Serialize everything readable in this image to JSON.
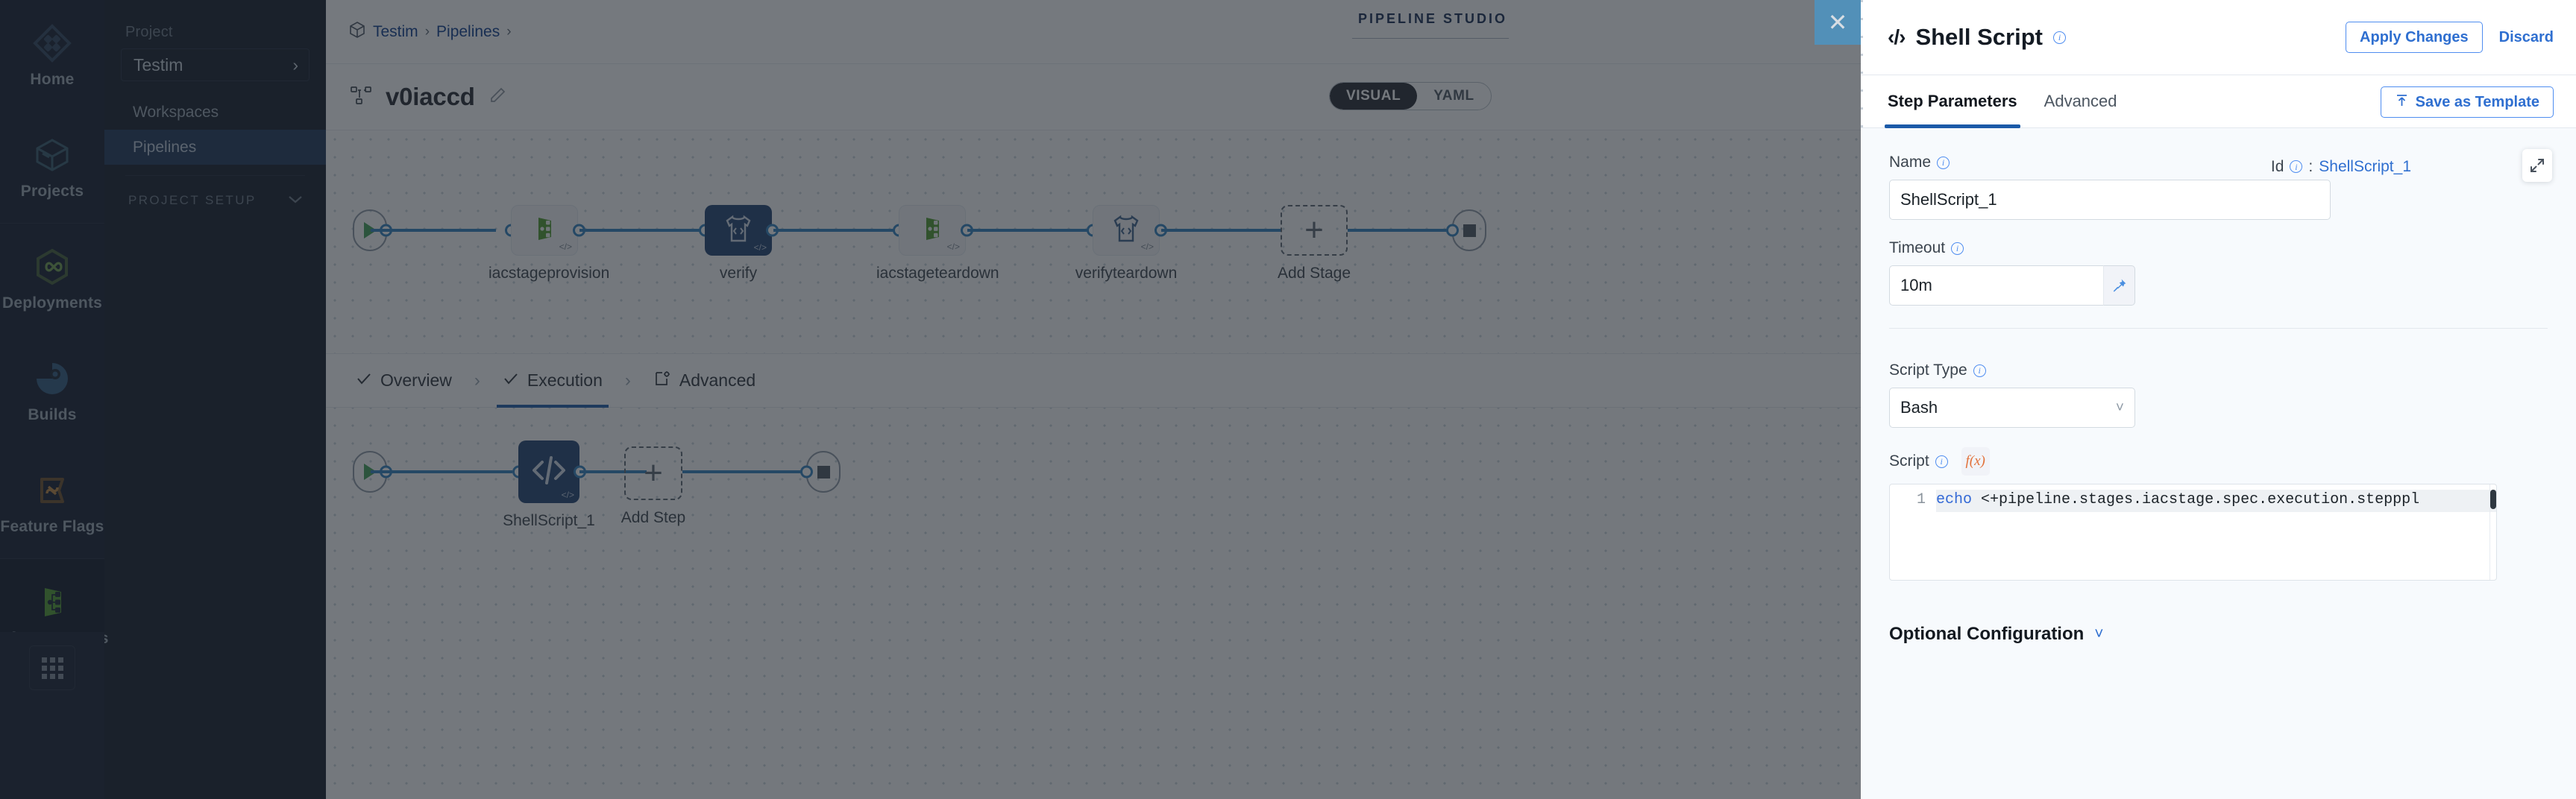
{
  "rail": {
    "items": [
      {
        "label": "Home",
        "icon": "home-diamond-icon"
      },
      {
        "label": "Projects",
        "icon": "cube-icon"
      },
      {
        "label": "Deployments",
        "icon": "infinity-hex-icon"
      },
      {
        "label": "Builds",
        "icon": "gear-pie-icon"
      },
      {
        "label": "Feature Flags",
        "icon": "flag-toggle-icon"
      },
      {
        "label": "Infrastructures",
        "icon": "infra-nodes-icon"
      }
    ],
    "grid_button_icon": "grid-apps-icon"
  },
  "subnav": {
    "project_label": "Project",
    "project_value": "Testim",
    "project_chevron_icon": "chevron-right-icon",
    "items": [
      {
        "label": "Workspaces",
        "active": false
      },
      {
        "label": "Pipelines",
        "active": true
      }
    ],
    "section_label": "PROJECT SETUP",
    "section_chevron_icon": "chevron-down-icon"
  },
  "topbar": {
    "breadcrumb_icon": "cube-outline-icon",
    "crumbs": [
      "Testim",
      "Pipelines"
    ],
    "separator": "›",
    "studio_badge": "PIPELINE STUDIO",
    "close_icon": "close-icon"
  },
  "title_row": {
    "pipeline_icon": "pipeline-nodes-icon",
    "pipeline_name": "v0iaccd",
    "edit_icon": "pencil-icon",
    "mode_toggle": {
      "options": [
        "VISUAL",
        "YAML"
      ],
      "selected": "VISUAL"
    }
  },
  "stages": [
    {
      "name": "iacstageprovision",
      "icon": "infra-green-icon",
      "selected": false,
      "code_badge": "</>"
    },
    {
      "name": "verify",
      "icon": "shirt-code-icon",
      "selected": true,
      "code_badge": "</>"
    },
    {
      "name": "iacstageteardown",
      "icon": "infra-green-icon",
      "selected": false,
      "code_badge": "</>"
    },
    {
      "name": "verifyteardown",
      "icon": "shirt-code-icon",
      "selected": false,
      "code_badge": "</>"
    }
  ],
  "add_stage": {
    "label": "Add Stage",
    "icon": "plus-icon"
  },
  "workflow_tabs": [
    {
      "label": "Overview",
      "icon": "check-icon",
      "active": false
    },
    {
      "label": "Execution",
      "icon": "check-icon",
      "active": true
    },
    {
      "label": "Advanced",
      "icon": "advanced-gear-doc-icon",
      "active": false
    }
  ],
  "steps": [
    {
      "name": "ShellScript_1",
      "icon": "code-slash-icon",
      "selected": true,
      "code_badge": "</>"
    }
  ],
  "add_step": {
    "label": "Add Step",
    "icon": "plus-icon"
  },
  "panel": {
    "icon": "code-slash-icon",
    "title": "Shell Script",
    "title_info_icon": "info-icon",
    "apply_label": "Apply Changes",
    "discard_label": "Discard",
    "tabs": [
      {
        "label": "Step Parameters",
        "active": true
      },
      {
        "label": "Advanced",
        "active": false
      }
    ],
    "save_template_label": "Save as Template",
    "save_template_icon": "upload-arrow-icon",
    "name_field": {
      "label": "Name",
      "info_icon": "info-icon",
      "value": "ShellScript_1",
      "placeholder": ""
    },
    "id_field": {
      "label": "Id",
      "info_icon": "info-icon",
      "separator": ":",
      "value": "ShellScript_1"
    },
    "timeout_field": {
      "label": "Timeout",
      "info_icon": "info-icon",
      "value": "10m",
      "placeholder": "",
      "pin_icon": "pin-icon"
    },
    "script_type_field": {
      "label": "Script Type",
      "info_icon": "info-icon",
      "value": "Bash",
      "chevron_icon": "chevron-down-icon"
    },
    "script_field": {
      "label": "Script",
      "info_icon": "info-icon",
      "fx_label": "f(x)",
      "line_number": "1",
      "code_keyword": "echo",
      "code_rest": " <+pipeline.stages.iacstage.spec.execution.step",
      "code_tail": "ppl",
      "expand_icon": "expand-icon"
    },
    "optional_config": {
      "label": "Optional Configuration",
      "chevron_icon": "chevron-down-icon"
    }
  },
  "colors": {
    "accent_blue": "#2f6fd0",
    "node_selected": "#1f3f6e",
    "edge": "#2d7fbd",
    "sidebar_bg": "#10182a",
    "panel_bg": "#f7fafd",
    "close_tab": "#5290b8",
    "green_icon": "#4c9a2a",
    "fx_orange": "#e2713a"
  }
}
